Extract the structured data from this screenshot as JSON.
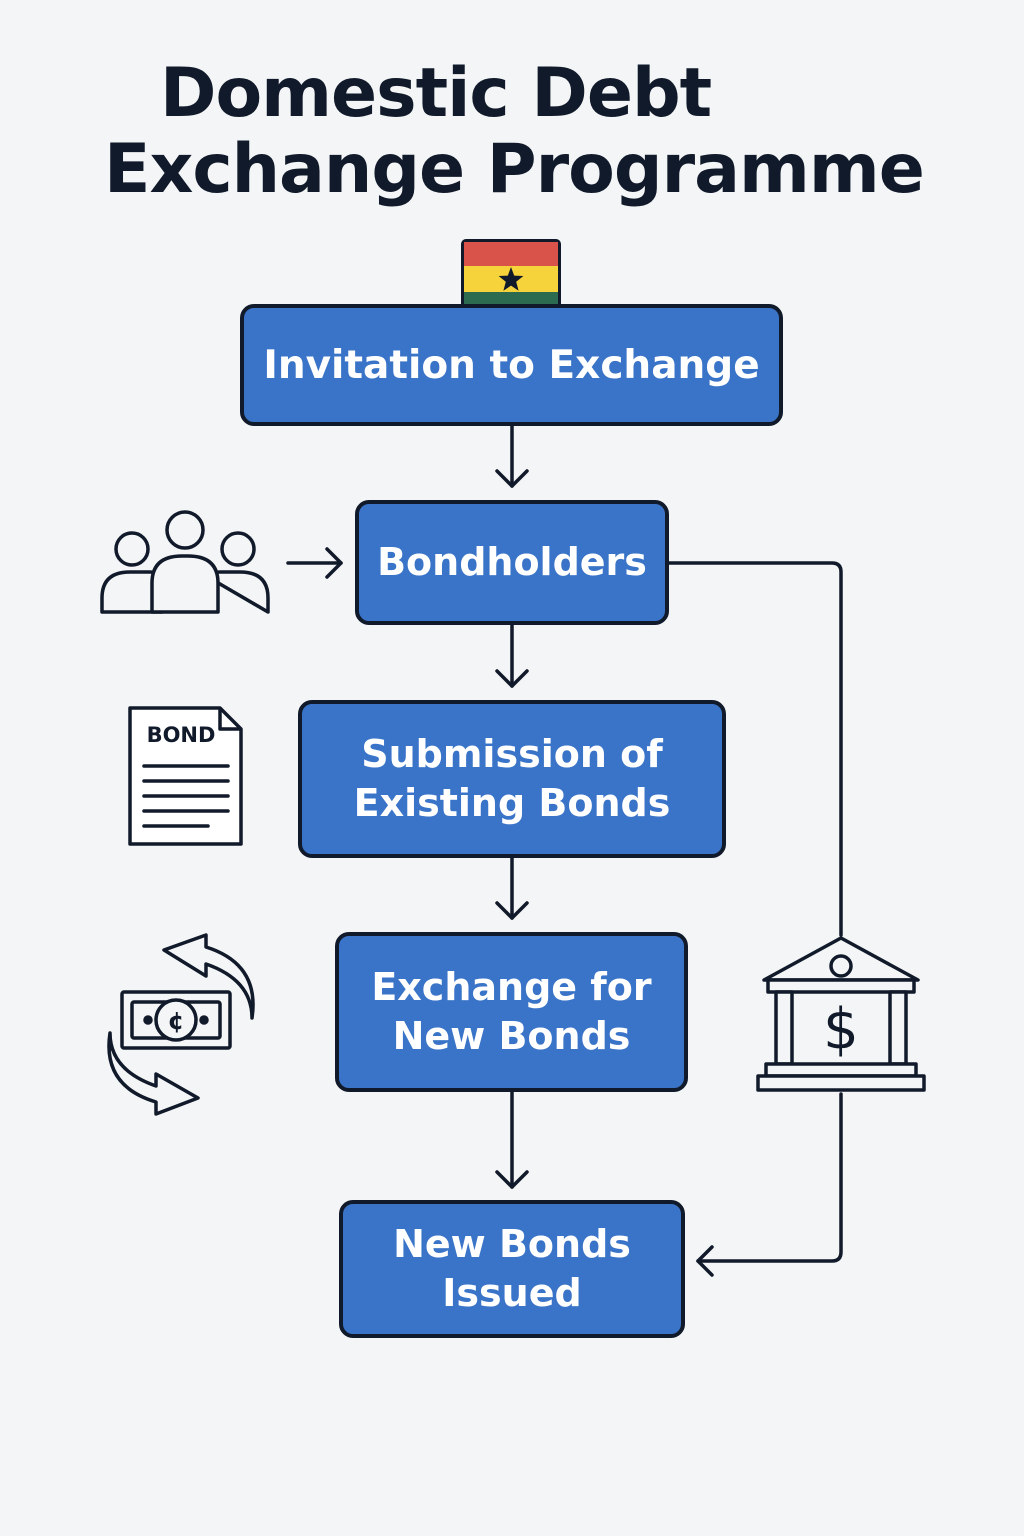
{
  "title": {
    "line1": "Domestic Debt",
    "line2": "Exchange Programme"
  },
  "steps": [
    {
      "label": "Invitation to Exchange"
    },
    {
      "label": "Bondholders"
    },
    {
      "label": "Submission of\nExisting Bonds"
    },
    {
      "label": "Exchange for\nNew Bonds"
    },
    {
      "label": "New Bonds\nIssued"
    }
  ],
  "icons": {
    "flag": "ghana-flag-icon",
    "people": "bondholders-group-icon",
    "document": "bond-document-icon",
    "exchange": "money-exchange-icon",
    "bank": "central-bank-icon"
  },
  "bond_document_label": "BOND",
  "colors": {
    "box_fill": "#3a74c8",
    "outline": "#111a2a",
    "background": "#f4f5f6",
    "flag_red": "#d9534a",
    "flag_yellow": "#f7d33b",
    "flag_green": "#2c6b4f"
  }
}
